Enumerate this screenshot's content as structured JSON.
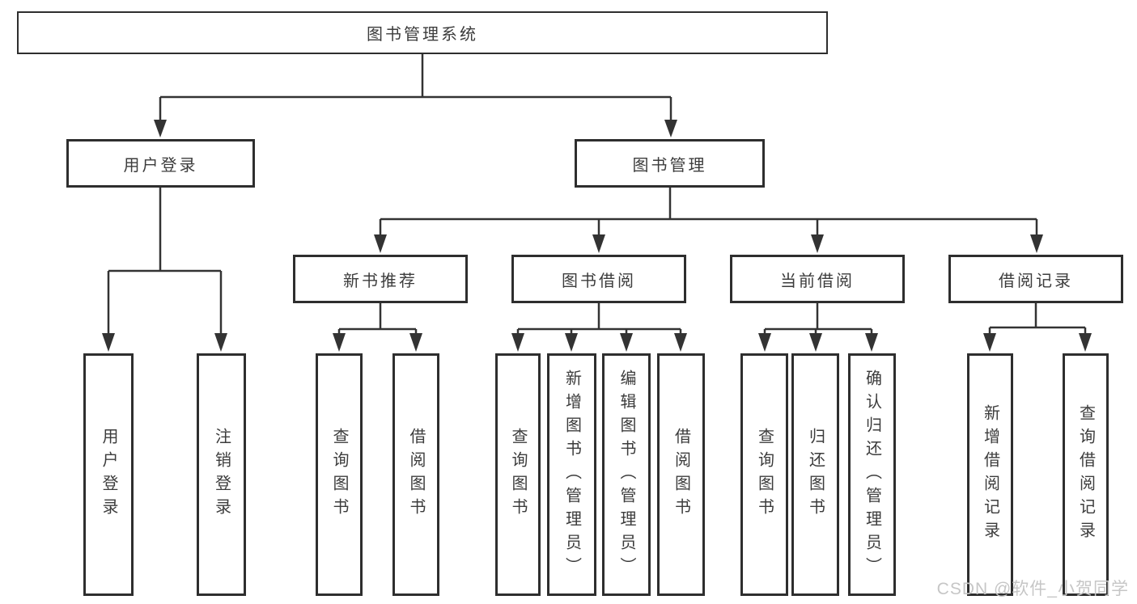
{
  "diagram": {
    "root": {
      "label": "图书管理系统"
    },
    "level2": {
      "user_login": {
        "label": "用户登录"
      },
      "book_management": {
        "label": "图书管理"
      }
    },
    "level3": {
      "new_book_recommend": {
        "label": "新书推荐"
      },
      "book_borrow": {
        "label": "图书借阅"
      },
      "current_borrow": {
        "label": "当前借阅"
      },
      "borrow_record": {
        "label": "借阅记录"
      }
    },
    "leaves": {
      "user_login_leaf": {
        "label": "用户登录"
      },
      "logout": {
        "label": "注销登录"
      },
      "recommend_query_books": {
        "label": "查询图书"
      },
      "recommend_borrow_books": {
        "label": "借阅图书"
      },
      "borrow_query_books": {
        "label": "查询图书"
      },
      "borrow_add_books": {
        "label": "新增图书（管理员）"
      },
      "borrow_edit_books": {
        "label": "编辑图书（管理员）"
      },
      "borrow_borrow_books": {
        "label": "借阅图书"
      },
      "current_query_books": {
        "label": "查询图书"
      },
      "current_return_books": {
        "label": "归还图书"
      },
      "current_confirm_return": {
        "label": "确认归还（管理员）"
      },
      "record_add": {
        "label": "新增借阅记录"
      },
      "record_query": {
        "label": "查询借阅记录"
      }
    },
    "watermark": "CSDN @软件_小贺同学",
    "colors": {
      "line": "#333333",
      "box_border": "#2e2e2e",
      "box_bg": "#ffffff",
      "text": "#3c3c3c",
      "watermark": "#c6c6c6"
    }
  }
}
